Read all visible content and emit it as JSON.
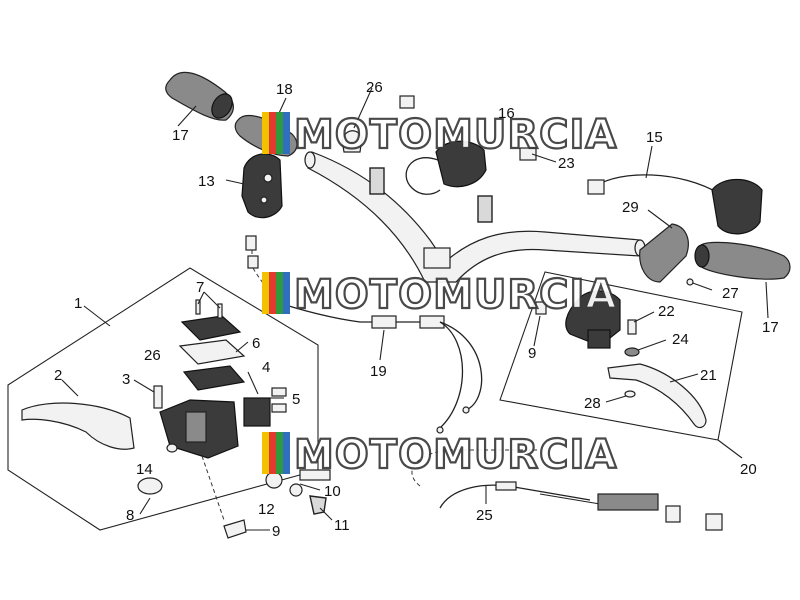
{
  "watermark": {
    "text": "MOTOMURCIA",
    "stripe_colors": [
      "#f2c200",
      "#e23b2e",
      "#2e9a3e",
      "#2f6fc0"
    ]
  },
  "callouts": {
    "c1": "1",
    "c2": "2",
    "c3": "3",
    "c4": "4",
    "c5": "5",
    "c6": "6",
    "c7": "7",
    "c8": "8",
    "c9a": "9",
    "c9b": "9",
    "c10": "10",
    "c11": "11",
    "c12": "12",
    "c13": "13",
    "c14": "14",
    "c15": "15",
    "c16": "16",
    "c17a": "17",
    "c17b": "17",
    "c18": "18",
    "c19": "19",
    "c20": "20",
    "c21": "21",
    "c22": "22",
    "c23": "23",
    "c24": "24",
    "c25": "25",
    "c26a": "26",
    "c26b": "26",
    "c27": "27",
    "c28": "28",
    "c29": "29"
  }
}
